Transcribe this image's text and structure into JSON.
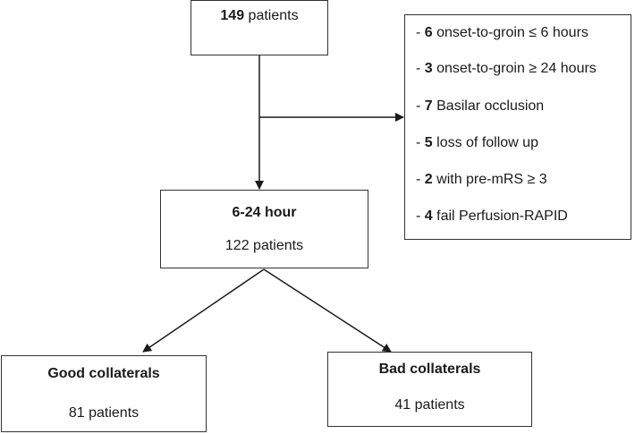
{
  "top": {
    "count": "149",
    "label": " patients"
  },
  "exclusions": [
    {
      "count": "6",
      "text": " onset-to-groin ≤ 6 hours"
    },
    {
      "count": "3",
      "text": " onset-to-groin ≥ 24 hours"
    },
    {
      "count": "7",
      "text": " Basilar occlusion"
    },
    {
      "count": "5",
      "text": " loss of follow up"
    },
    {
      "count": "2",
      "text": " with pre-mRS ≥ 3"
    },
    {
      "count": "4",
      "text": " fail Perfusion-RAPID"
    }
  ],
  "exclusion_prefix": "- ",
  "middle": {
    "title": "6-24 hour",
    "count": "122 patients"
  },
  "good": {
    "title": "Good collaterals",
    "count": "81 patients"
  },
  "bad": {
    "title": "Bad collaterals",
    "count": "41 patients"
  }
}
